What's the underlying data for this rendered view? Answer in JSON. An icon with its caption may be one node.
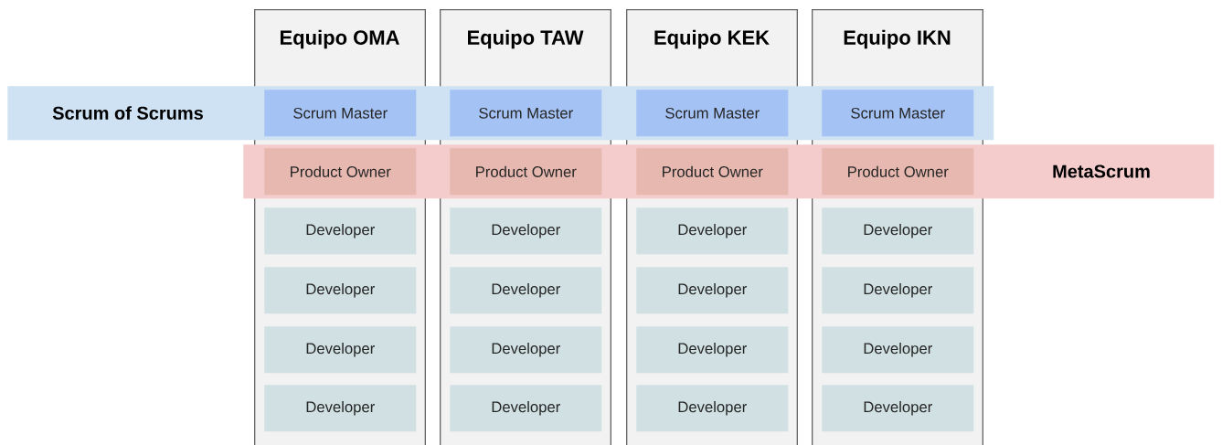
{
  "diagram": {
    "nodes": [
      {
        "text": [
          "Equipo OMA"
        ]
      },
      {
        "text": [
          "Equipo TAW"
        ]
      },
      {
        "text": [
          "Equipo KEK"
        ]
      },
      {
        "text": [
          "Equipo IKN"
        ]
      },
      {
        "text": [
          "Scrum of Scrums"
        ]
      },
      {
        "text": [
          "MetaScrum"
        ]
      },
      {
        "text": [
          "Scrum Master"
        ]
      },
      {
        "text": [
          "Product Owner"
        ]
      },
      {
        "text": [
          "Developer"
        ],
        "in": 0
      },
      {
        "text": [
          "Developer"
        ],
        "in": 0
      },
      {
        "text": [
          "Developer"
        ],
        "in": 0
      },
      {
        "text": [
          "Developer"
        ],
        "in": 0
      },
      {
        "text": [
          "Scrum Master"
        ]
      },
      {
        "text": [
          "Product Owner"
        ]
      },
      {
        "text": [
          "Developer"
        ],
        "in": 1
      },
      {
        "text": [
          "Developer"
        ],
        "in": 1
      },
      {
        "text": [
          "Developer"
        ],
        "in": 1
      },
      {
        "text": [
          "Developer"
        ],
        "in": 1
      },
      {
        "text": [
          "Scrum Master"
        ]
      },
      {
        "text": [
          "Product Owner"
        ]
      },
      {
        "text": [
          "Developer"
        ],
        "in": 2
      },
      {
        "text": [
          "Developer"
        ],
        "in": 2
      },
      {
        "text": [
          "Developer"
        ],
        "in": 2
      },
      {
        "text": [
          "Developer"
        ],
        "in": 2
      },
      {
        "text": [
          "Scrum Master"
        ]
      },
      {
        "text": [
          "Product Owner"
        ]
      },
      {
        "text": [
          "Developer"
        ],
        "in": 3
      },
      {
        "text": [
          "Developer"
        ],
        "in": 3
      },
      {
        "text": [
          "Developer"
        ],
        "in": 3
      },
      {
        "text": [
          "Developer"
        ],
        "in": 3
      }
    ],
    "edges": []
  }
}
